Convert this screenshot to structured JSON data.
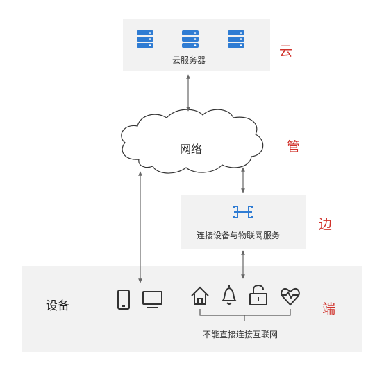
{
  "layers": {
    "cloud": "云",
    "pipe": "管",
    "edge": "边",
    "end": "端"
  },
  "cloud_server": {
    "label": "云服务器",
    "icons": [
      "server-icon",
      "server-icon",
      "server-icon"
    ]
  },
  "network": {
    "label": "网络"
  },
  "edge_service": {
    "label": "连接设备与物联网服务",
    "icon": "iot-connect-icon"
  },
  "devices": {
    "label": "设备",
    "direct_icons": [
      "phone-icon",
      "monitor-icon"
    ],
    "indirect_icons": [
      "home-icon",
      "bell-icon",
      "lock-icon",
      "heart-icon"
    ],
    "indirect_caption": "不能直接连接互联网"
  },
  "colors": {
    "accent_blue": "#2f7cd3",
    "layer_red": "#d0322b",
    "box_gray": "#f2f2f2"
  }
}
